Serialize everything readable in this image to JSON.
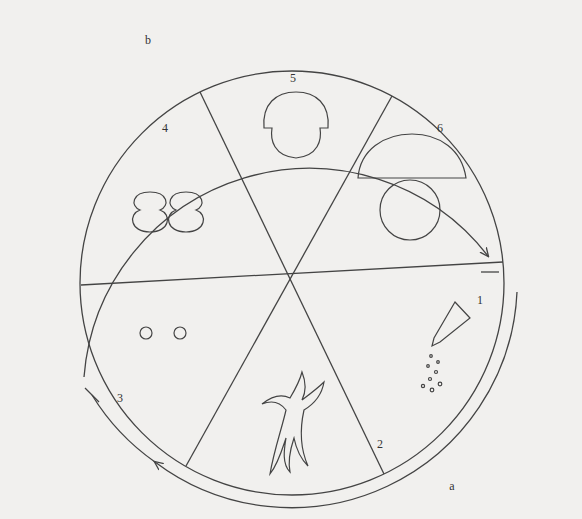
{
  "diagram": {
    "labels": [
      "b",
      "5",
      "4",
      "6",
      "1",
      "3",
      "2",
      "a"
    ]
  }
}
